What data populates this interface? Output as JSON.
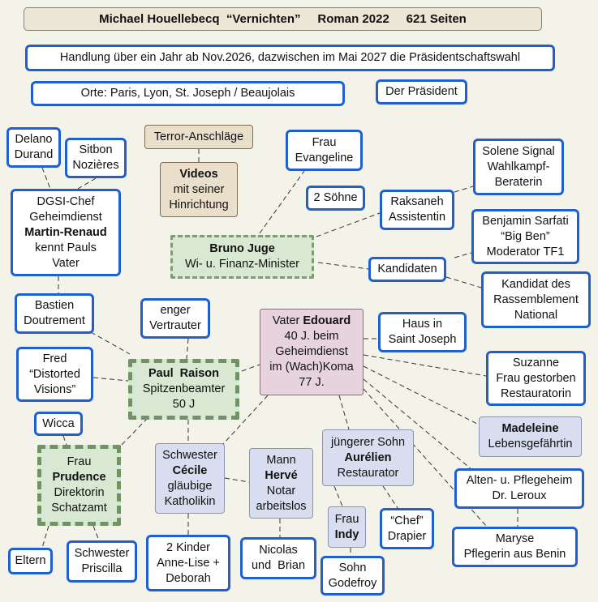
{
  "header": {
    "author": "Michael Houellebecq",
    "title": "“Vernichten”",
    "genre": "Roman 2022",
    "pages": "621 Seiten"
  },
  "plot": "Handlung über ein Jahr ab Nov.2026, dazwischen im Mai 2027 die Präsidentschaftswahl",
  "places": "Orte:  Paris, Lyon, St. Joseph / Beaujolais",
  "president": "Der Präsident",
  "nodes": {
    "delano": [
      "Delano",
      "Durand"
    ],
    "sitbon": [
      "Sitbon",
      "Nozières"
    ],
    "dgsi": [
      "DGSI-Chef",
      "Geheimdienst",
      "Martin-Renaud",
      "kennt Pauls",
      "Vater"
    ],
    "bastien": [
      "Bastien",
      "Doutrement"
    ],
    "fred": [
      "Fred",
      "“Distorted",
      "Visions”"
    ],
    "wicca": [
      "Wicca"
    ],
    "prudence": [
      "Frau",
      "Prudence",
      "Direktorin",
      "Schatzamt"
    ],
    "eltern": [
      "Eltern"
    ],
    "priscilla": [
      "Schwester",
      "Priscilla"
    ],
    "terror": [
      "Terror-Anschläge"
    ],
    "videos": [
      "Videos",
      "mit seiner",
      "Hinrichtung"
    ],
    "bruno": [
      "Bruno Juge",
      "Wi- u. Finanz-Minister"
    ],
    "vertrauter": [
      "enger",
      "Vertrauter"
    ],
    "paul": [
      "Paul  Raison",
      "Spitzenbeamter",
      "50 J"
    ],
    "evangeline": [
      "Frau",
      "Evangeline"
    ],
    "soehne": [
      "2 Söhne"
    ],
    "raksaneh": [
      "Raksaneh",
      "Assistentin"
    ],
    "solene": [
      "Solene Signal",
      "Wahlkampf-",
      "Beraterin"
    ],
    "benjamin": [
      "Benjamin Sarfati",
      "“Big Ben”",
      "Moderator TF1"
    ],
    "kandidaten": [
      "Kandidaten"
    ],
    "rassemblement": [
      "Kandidat des",
      "Rassemblement",
      "National"
    ],
    "edouard": [
      "Vater Edouard",
      "40 J. beim",
      "Geheimdienst",
      "im (Wach)Koma",
      "77 J."
    ],
    "haus": [
      "Haus in",
      "Saint Joseph"
    ],
    "suzanne": [
      "Suzanne",
      "Frau gestorben",
      "Restauratorin"
    ],
    "madeleine": [
      "Madeleine",
      "Lebensgefährtin"
    ],
    "pflegeheim": [
      "Alten- u. Pflegeheim",
      "Dr. Leroux"
    ],
    "maryse": [
      "Maryse",
      "Pflegerin aus Benin"
    ],
    "cecile": [
      "Schwester",
      "Cécile",
      "gläubige",
      "Katholikin"
    ],
    "kinder": [
      "2 Kinder",
      "Anne-Lise +",
      "Deborah"
    ],
    "herve": [
      "Mann",
      "Hervé",
      "Notar",
      "arbeitslos"
    ],
    "nicolas": [
      "Nicolas",
      "und  Brian"
    ],
    "aurelien": [
      "jüngerer Sohn",
      "Aurélien",
      "Restaurator"
    ],
    "indy": [
      "Frau",
      "Indy"
    ],
    "chef": [
      "“Chef”",
      "Drapier"
    ],
    "godefroy": [
      "Sohn",
      "Godefroy"
    ]
  }
}
